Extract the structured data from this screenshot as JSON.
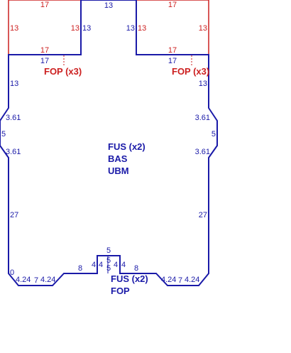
{
  "colors": {
    "outline": "#1a1aa8",
    "flap": "#cc1f1f"
  },
  "labels": {
    "center": [
      "FUS (x2)",
      "BAS",
      "UBM"
    ],
    "fop_left": "FOP (x3)",
    "fop_right": "FOP (x3)",
    "bottom": [
      "FUS (x2)",
      "FOP"
    ]
  },
  "dimensions": {
    "left_flap": {
      "top": "17",
      "left": "13",
      "right": "13",
      "bottom": "17"
    },
    "right_flap": {
      "top": "17",
      "left": "13",
      "right": "13",
      "bottom": "17"
    },
    "top_gap": "13",
    "gap_left": "13",
    "gap_right": "13",
    "left_side": {
      "under_flap": "17",
      "upper": "13",
      "bevel_top": "3.61",
      "notch": "5",
      "bevel_bottom": "3.61",
      "lower": "27",
      "corner": "0",
      "foot_a": "4.24",
      "foot_b": "7",
      "foot_c": "4.24",
      "inner": "8"
    },
    "right_side": {
      "under_flap": "17",
      "upper": "13",
      "bevel_top": "3.61",
      "notch": "5",
      "bevel_bottom": "3.61",
      "lower": "27",
      "foot_a": "4.24",
      "foot_b": "7",
      "foot_c": "4.24",
      "inner": "8"
    },
    "bottom_tab": {
      "top": "5",
      "l1": "4",
      "l2": "4",
      "mid_top": "5",
      "r1": "4",
      "r2": "4",
      "mid_bottom": "5"
    }
  }
}
